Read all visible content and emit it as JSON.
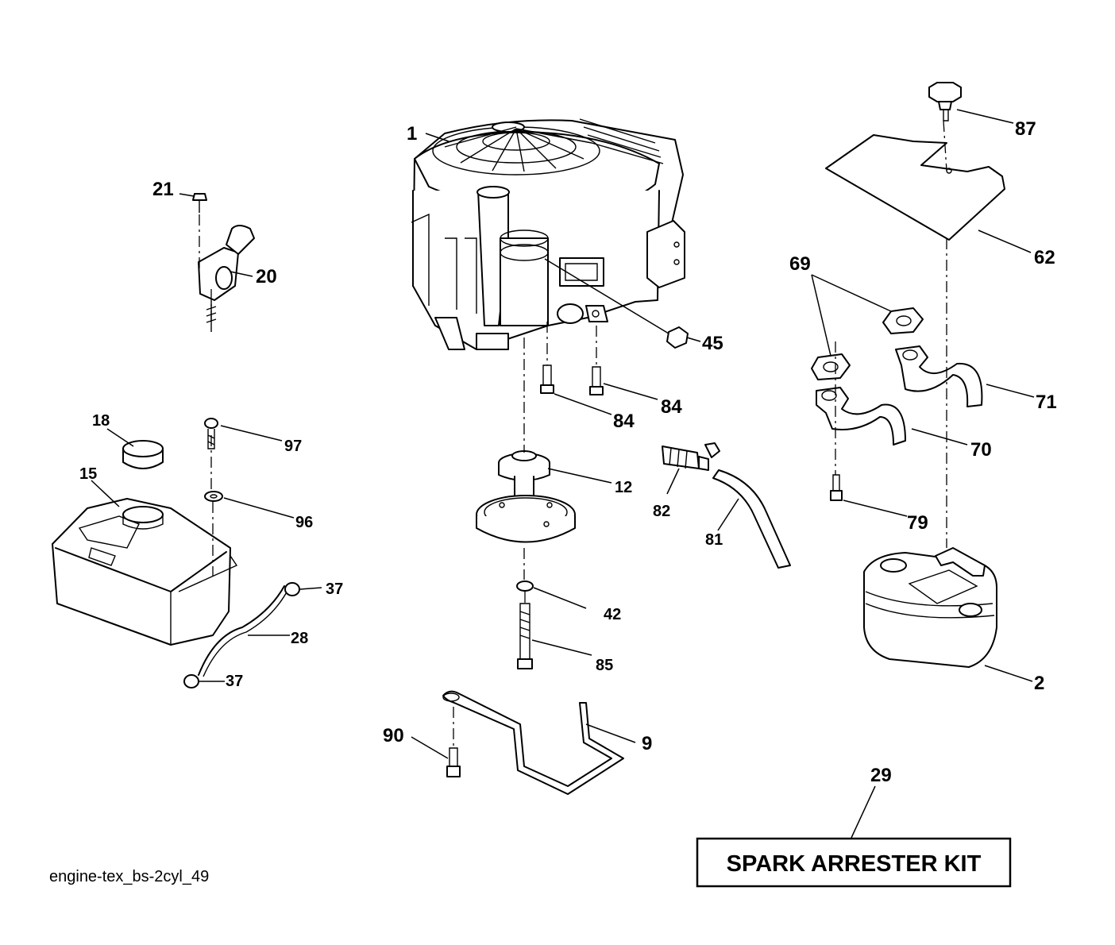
{
  "diagram": {
    "footer_code": "engine-tex_bs-2cyl_49",
    "kit_label": "SPARK ARRESTER KIT",
    "callouts": [
      {
        "id": "1",
        "text": "1"
      },
      {
        "id": "2",
        "text": "2"
      },
      {
        "id": "9",
        "text": "9"
      },
      {
        "id": "12",
        "text": "12"
      },
      {
        "id": "15",
        "text": "15"
      },
      {
        "id": "18",
        "text": "18"
      },
      {
        "id": "20",
        "text": "20"
      },
      {
        "id": "21",
        "text": "21"
      },
      {
        "id": "28",
        "text": "28"
      },
      {
        "id": "29",
        "text": "29"
      },
      {
        "id": "37a",
        "text": "37"
      },
      {
        "id": "37b",
        "text": "37"
      },
      {
        "id": "42",
        "text": "42"
      },
      {
        "id": "45",
        "text": "45"
      },
      {
        "id": "62",
        "text": "62"
      },
      {
        "id": "69",
        "text": "69"
      },
      {
        "id": "70",
        "text": "70"
      },
      {
        "id": "71",
        "text": "71"
      },
      {
        "id": "79",
        "text": "79"
      },
      {
        "id": "81",
        "text": "81"
      },
      {
        "id": "82",
        "text": "82"
      },
      {
        "id": "84a",
        "text": "84"
      },
      {
        "id": "84b",
        "text": "84"
      },
      {
        "id": "85",
        "text": "85"
      },
      {
        "id": "87",
        "text": "87"
      },
      {
        "id": "90",
        "text": "90"
      },
      {
        "id": "96",
        "text": "96"
      },
      {
        "id": "97",
        "text": "97"
      }
    ]
  }
}
